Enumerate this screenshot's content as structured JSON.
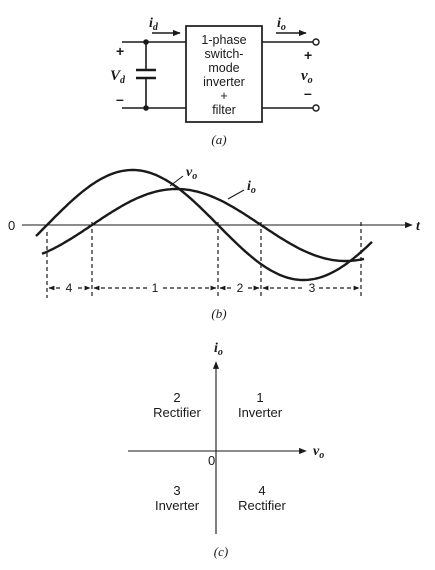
{
  "panel_a": {
    "current_in": "i",
    "current_in_sub": "d",
    "current_out": "i",
    "current_out_sub": "o",
    "voltage_in": "V",
    "voltage_in_sub": "d",
    "voltage_out": "v",
    "voltage_out_sub": "o",
    "plus": "+",
    "minus": "–",
    "box_lines": [
      "1-phase",
      "switch-",
      "mode",
      "inverter",
      "+",
      "filter"
    ],
    "caption": "(a)"
  },
  "panel_b": {
    "zero_label": "0",
    "t_label": "t",
    "vo_label": "v",
    "vo_sub": "o",
    "io_label": "i",
    "io_sub": "o",
    "intervals": [
      "4",
      "1",
      "2",
      "3"
    ],
    "caption": "(b)"
  },
  "panel_c": {
    "y_label": "i",
    "y_sub": "o",
    "x_label": "v",
    "x_sub": "o",
    "origin": "0",
    "quadrants": [
      {
        "number": "1",
        "name": "Inverter"
      },
      {
        "number": "2",
        "name": "Rectifier"
      },
      {
        "number": "3",
        "name": "Inverter"
      },
      {
        "number": "4",
        "name": "Rectifier"
      }
    ],
    "caption": "(c)"
  }
}
